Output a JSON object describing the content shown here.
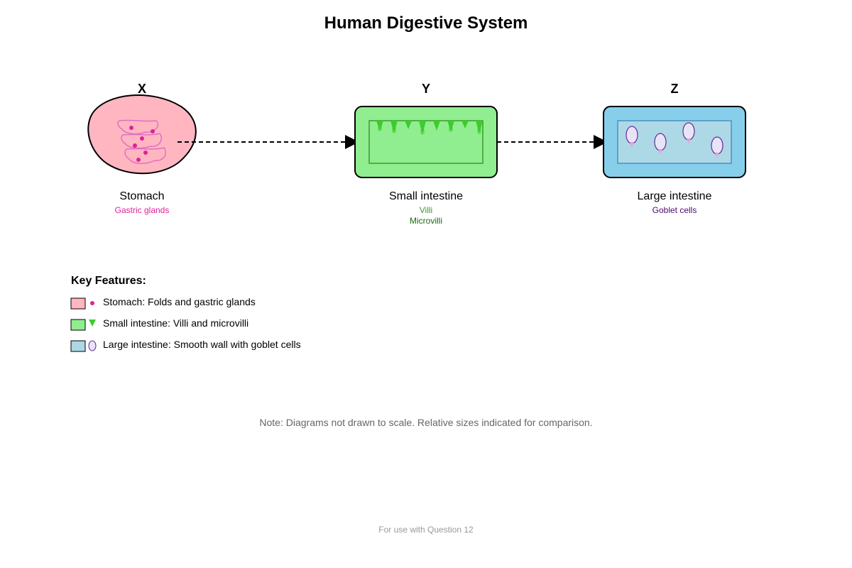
{
  "title": "Human Digestive System",
  "organs": [
    {
      "letter": "X",
      "name": "Stomach",
      "features": [
        "Gastric glands"
      ],
      "fill": "#ffb6c1",
      "feature_colors": [
        "#e0209a"
      ]
    },
    {
      "letter": "Y",
      "name": "Small intestine",
      "features": [
        "Villi",
        "Microvilli"
      ],
      "fill": "#90ee90",
      "feature_colors": [
        "#3a9a2a",
        "#1a6a10"
      ]
    },
    {
      "letter": "Z",
      "name": "Large intestine",
      "features": [
        "Goblet cells"
      ],
      "fill": "#87ceeb",
      "feature_colors": [
        "#4b0a6e"
      ]
    }
  ],
  "key": {
    "heading": "Key Features:",
    "items": [
      {
        "label": "Stomach: Folds and gastric glands",
        "swatch": "#ffb6c1",
        "icon": "gland-dot-icon"
      },
      {
        "label": "Small intestine: Villi and microvilli",
        "swatch": "#90ee90",
        "icon": "villus-triangle-icon"
      },
      {
        "label": "Large intestine: Smooth wall with goblet cells",
        "swatch": "#add8e6",
        "icon": "goblet-cell-icon"
      }
    ]
  },
  "note": "Note: Diagrams not drawn to scale. Relative sizes indicated for comparison.",
  "footer": "For use with Question 12",
  "colors": {
    "gland": "#e0209a",
    "fold": "#e070c0",
    "villi": "#3ccc2c",
    "goblet_outline": "#6a2a9a",
    "goblet_fill": "#e8e4f8",
    "lumen_small": "#90ee90",
    "lumen_large": "#add8e6"
  }
}
